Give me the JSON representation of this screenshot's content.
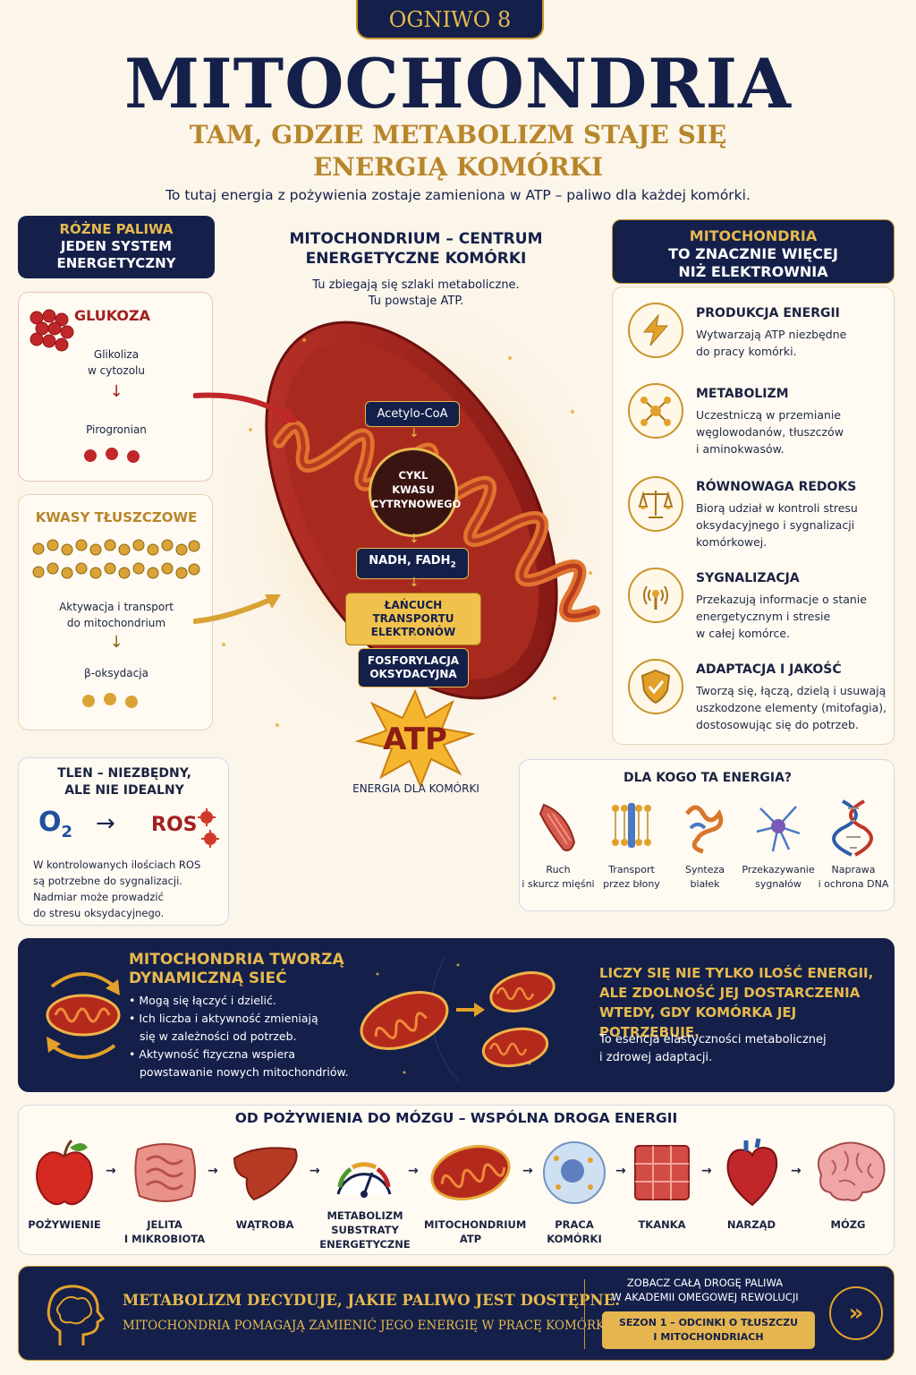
{
  "header": {
    "badge": "OGNIWO 8",
    "title": "MITOCHONDRIA",
    "subtitle_line1": "TAM, GDZIE METABOLIZM STAJE SIĘ",
    "subtitle_line2": "ENERGIĄ KOMÓRKI",
    "tagline": "To tutaj energia z pożywienia zostaje zamieniona w ATP – paliwo dla każdej komórki."
  },
  "left": {
    "header_line1": "RÓŻNE PALIWA",
    "header_line2": "JEDEN SYSTEM",
    "header_line3": "ENERGETYCZNY",
    "glucose": {
      "title": "GLUKOZA",
      "step1a": "Glikoliza",
      "step1b": "w cytozolu",
      "step2": "Pirogronian"
    },
    "fats": {
      "title": "KWASY TŁUSZCZOWE",
      "step1a": "Aktywacja i transport",
      "step1b": "do mitochondrium",
      "step2": "β-oksydacja"
    },
    "oxygen": {
      "title1": "TLEN – NIEZBĘDNY,",
      "title2": "ALE NIE IDEALNY",
      "o2": "O",
      "o2_sub": "2",
      "ros": "ROS",
      "text1": "W kontrolowanych ilościach ROS",
      "text2": "są potrzebne do sygnalizacji.",
      "text3": "Nadmiar może prowadzić",
      "text4": "do stresu oksydacyjnego."
    }
  },
  "center": {
    "title1": "MITOCHONDRIUM – CENTRUM",
    "title2": "ENERGETYCZNE KOMÓRKI",
    "sub1": "Tu zbiegają się szlaki metaboliczne.",
    "sub2": "Tu powstaje ATP.",
    "flow": {
      "acetyl": "Acetylo-CoA",
      "cycle1": "CYKL",
      "cycle2": "KWASU",
      "cycle3": "CYTRYNOWEGO",
      "nadh": "NADH, FADH",
      "nadh_sub": "2",
      "etc1": "ŁAŃCUCH TRANSPORTU",
      "etc2": "ELEKTRONÓW",
      "ox1": "FOSFORYLACJA",
      "ox2": "OKSYDACYJNA"
    },
    "atp": "ATP",
    "atp_caption": "ENERGIA DLA KOMÓRKI"
  },
  "right": {
    "header_line1": "MITOCHONDRIA",
    "header_line2": "TO ZNACZNIE WIĘCEJ",
    "header_line3": "NIŻ ELEKTROWNIA",
    "features": [
      {
        "title": "PRODUKCJA ENERGII",
        "l1": "Wytwarzają ATP niezbędne",
        "l2": "do pracy komórki.",
        "l3": "",
        "icon": "lightning-icon"
      },
      {
        "title": "METABOLIZM",
        "l1": "Uczestniczą w przemianie",
        "l2": "węglowodanów, tłuszczów",
        "l3": "i aminokwasów.",
        "icon": "molecule-icon"
      },
      {
        "title": "RÓWNOWAGA REDOKS",
        "l1": "Biorą udział w kontroli stresu",
        "l2": "oksydacyjnego i sygnalizacji",
        "l3": "komórkowej.",
        "icon": "scales-icon"
      },
      {
        "title": "SYGNALIZACJA",
        "l1": "Przekazują informacje o stanie",
        "l2": "energetycznym i stresie",
        "l3": "w całej komórce.",
        "icon": "signal-icon"
      },
      {
        "title": "ADAPTACJA I JAKOŚĆ",
        "l1": "Tworzą się, łączą, dzielą i usuwają",
        "l2": "uszkodzone elementy (mitofagia),",
        "l3": "dostosowując się do potrzeb.",
        "icon": "shield-icon"
      }
    ],
    "who": {
      "title": "DLA KOGO TA ENERGIA?",
      "items": [
        {
          "l1": "Ruch",
          "l2": "i skurcz mięśni"
        },
        {
          "l1": "Transport",
          "l2": "przez błony"
        },
        {
          "l1": "Synteza",
          "l2": "białek"
        },
        {
          "l1": "Przekazywanie",
          "l2": "sygnałów"
        },
        {
          "l1": "Naprawa",
          "l2": "i ochrona DNA"
        }
      ]
    }
  },
  "network": {
    "title1": "MITOCHONDRIA TWORZĄ",
    "title2": "DYNAMICZNĄ SIEĆ",
    "b1": "Mogą się łączyć i dzielić.",
    "b2a": "Ich liczba i aktywność zmieniają",
    "b2b": "się w zależności od potrzeb.",
    "b3a": "Aktywność fizyczna wspiera",
    "b3b": "powstawanie nowych mitochondriów.",
    "quote1": "LICZY SIĘ NIE TYLKO ILOŚĆ ENERGII,",
    "quote2": "ALE ZDOLNOŚĆ JEJ DOSTARCZENIA",
    "quote3": "WTEDY, GDY KOMÓRKA JEJ POTRZEBUJE.",
    "note1": "To esencja elastyczności metabolicznej",
    "note2": "i zdrowej adaptacji."
  },
  "path": {
    "title": "OD POŻYWIENIA DO MÓZGU – WSPÓLNA DROGA ENERGII",
    "items": [
      {
        "l1": "POŻYWIENIE",
        "l2": "",
        "l3": ""
      },
      {
        "l1": "JELITA",
        "l2": "I MIKROBIOTA",
        "l3": ""
      },
      {
        "l1": "WĄTROBA",
        "l2": "",
        "l3": ""
      },
      {
        "l1": "METABOLIZM",
        "l2": "SUBSTRATY",
        "l3": "ENERGETYCZNE"
      },
      {
        "l1": "MITOCHONDRIUM",
        "l2": "ATP",
        "l3": ""
      },
      {
        "l1": "PRACA",
        "l2": "KOMÓRKI",
        "l3": ""
      },
      {
        "l1": "TKANKA",
        "l2": "",
        "l3": ""
      },
      {
        "l1": "NARZĄD",
        "l2": "",
        "l3": ""
      },
      {
        "l1": "MÓZG",
        "l2": "",
        "l3": ""
      }
    ]
  },
  "footer": {
    "line1": "METABOLIZM DECYDUJE, JAKIE PALIWO JEST DOSTĘPNE.",
    "line2": "MITOCHONDRIA POMAGAJĄ ZAMIENIĆ JEGO ENERGIĘ W PRACĘ KOMÓRKI.",
    "cta1": "ZOBACZ CAŁĄ DROGĘ PALIWA",
    "cta2": "W AKADEMII OMEGOWEJ REWOLUCJI",
    "badge1": "SEZON 1 – ODCINKI O TŁUSZCZU",
    "badge2": "I MITOCHONDRIACH"
  }
}
